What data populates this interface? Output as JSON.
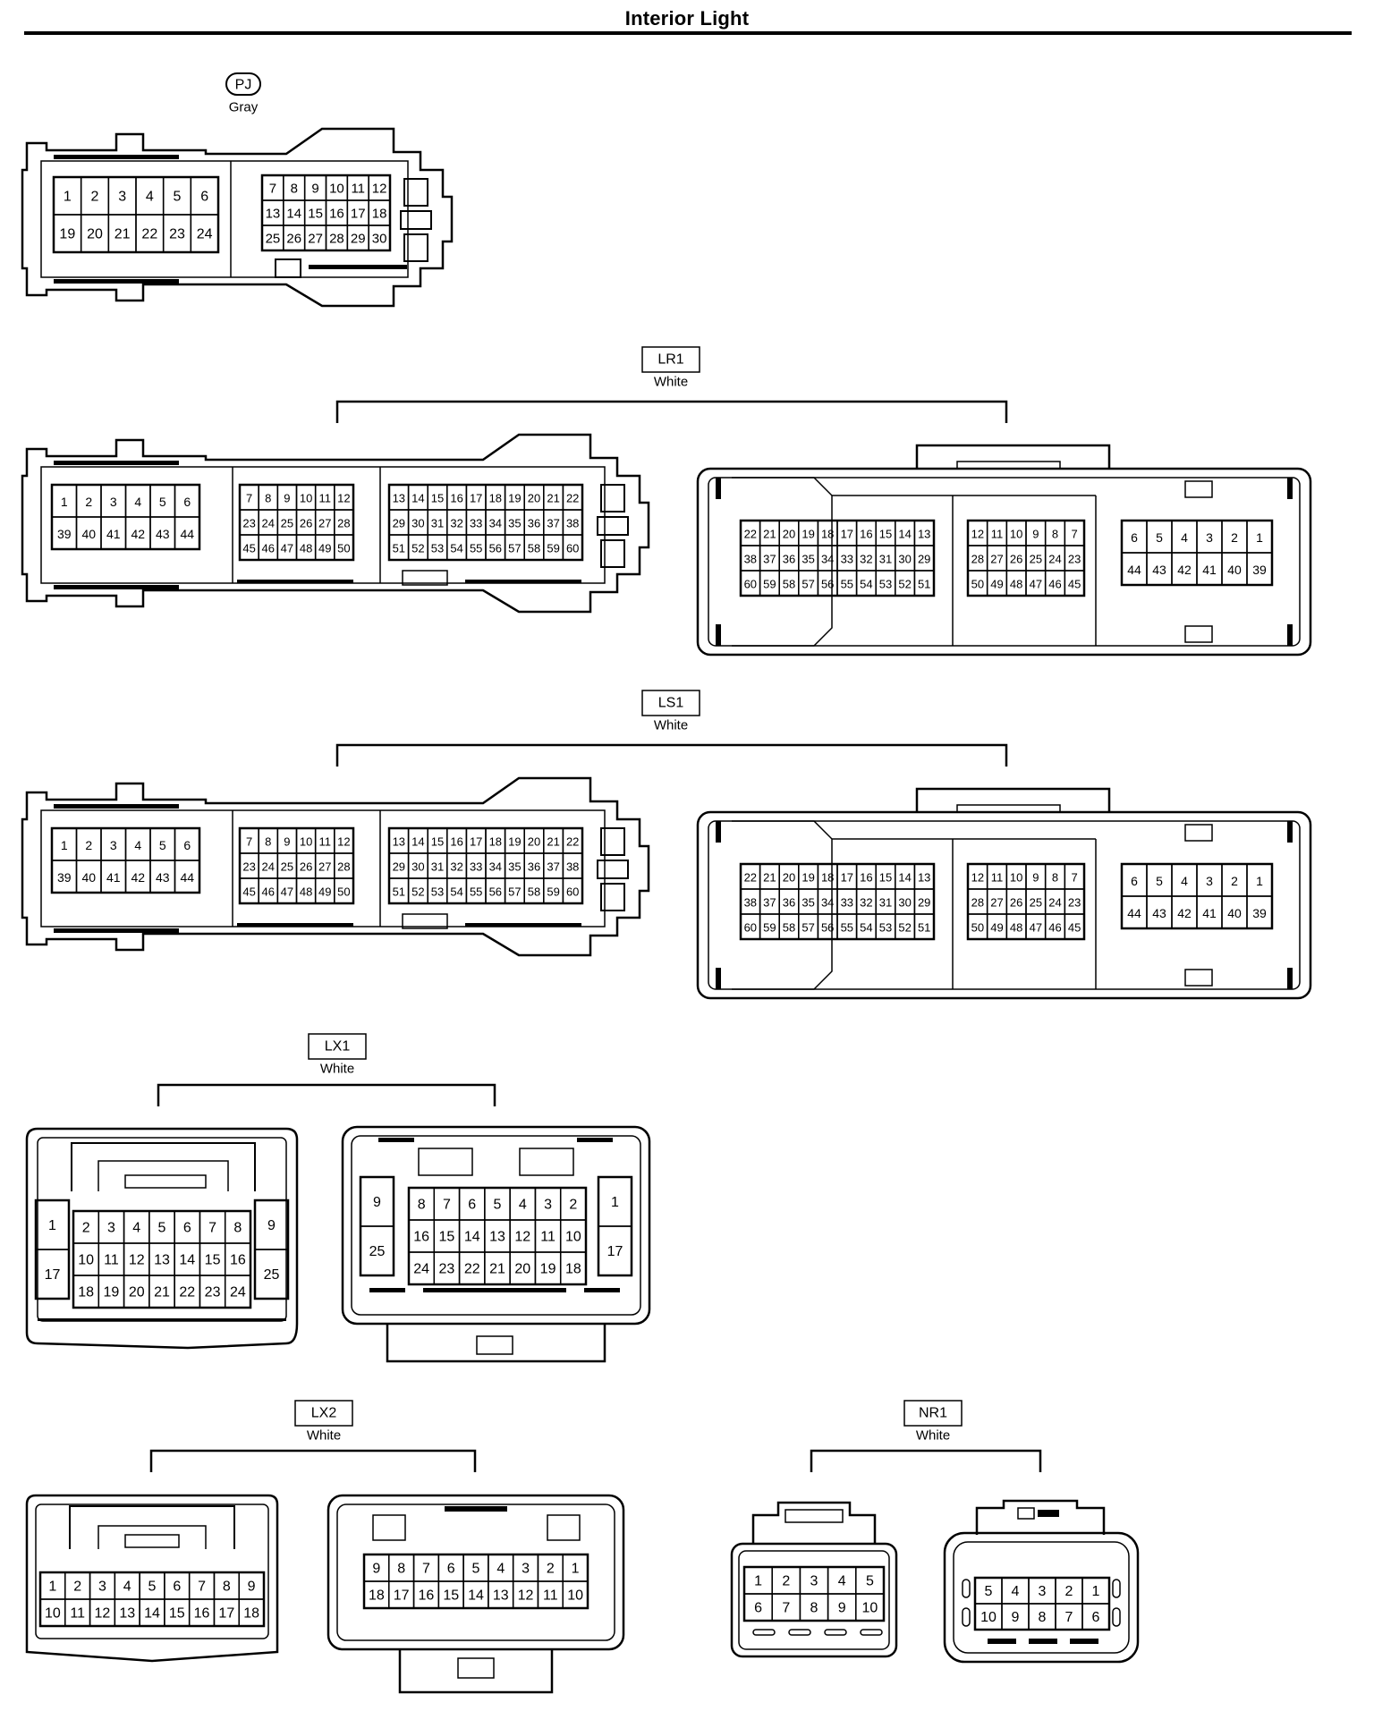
{
  "page": {
    "title": "Interior Light"
  },
  "connectors": [
    {
      "id": "PJ",
      "label": "PJ",
      "color": "Gray",
      "parts": [
        {
          "grids": [
            {
              "rows": [
                [
                  1,
                  2,
                  3,
                  4,
                  5,
                  6
                ],
                [
                  19,
                  20,
                  21,
                  22,
                  23,
                  24
                ]
              ]
            },
            {
              "rows": [
                [
                  7,
                  8,
                  9,
                  10,
                  11,
                  12
                ],
                [
                  13,
                  14,
                  15,
                  16,
                  17,
                  18
                ],
                [
                  25,
                  26,
                  27,
                  28,
                  29,
                  30
                ]
              ]
            }
          ]
        }
      ]
    },
    {
      "id": "LR1",
      "label": "LR1",
      "color": "White",
      "parts": [
        {
          "grids": [
            {
              "rows": [
                [
                  1,
                  2,
                  3,
                  4,
                  5,
                  6
                ],
                [
                  39,
                  40,
                  41,
                  42,
                  43,
                  44
                ]
              ]
            },
            {
              "rows": [
                [
                  7,
                  8,
                  9,
                  10,
                  11,
                  12
                ],
                [
                  23,
                  24,
                  25,
                  26,
                  27,
                  28
                ],
                [
                  45,
                  46,
                  47,
                  48,
                  49,
                  50
                ]
              ]
            },
            {
              "rows": [
                [
                  13,
                  14,
                  15,
                  16,
                  17,
                  18,
                  19,
                  20,
                  21,
                  22
                ],
                [
                  29,
                  30,
                  31,
                  32,
                  33,
                  34,
                  35,
                  36,
                  37,
                  38
                ],
                [
                  51,
                  52,
                  53,
                  54,
                  55,
                  56,
                  57,
                  58,
                  59,
                  60
                ]
              ]
            }
          ]
        },
        {
          "grids": [
            {
              "rows": [
                [
                  22,
                  21,
                  20,
                  19,
                  18,
                  17,
                  16,
                  15,
                  14,
                  13
                ],
                [
                  38,
                  37,
                  36,
                  35,
                  34,
                  33,
                  32,
                  31,
                  30,
                  29
                ],
                [
                  60,
                  59,
                  58,
                  57,
                  56,
                  55,
                  54,
                  53,
                  52,
                  51
                ]
              ]
            },
            {
              "rows": [
                [
                  12,
                  11,
                  10,
                  9,
                  8,
                  7
                ],
                [
                  28,
                  27,
                  26,
                  25,
                  24,
                  23
                ],
                [
                  50,
                  49,
                  48,
                  47,
                  46,
                  45
                ]
              ]
            },
            {
              "rows": [
                [
                  6,
                  5,
                  4,
                  3,
                  2,
                  1
                ],
                [
                  44,
                  43,
                  42,
                  41,
                  40,
                  39
                ]
              ]
            }
          ]
        }
      ]
    },
    {
      "id": "LS1",
      "label": "LS1",
      "color": "White",
      "parts": [
        {
          "grids": [
            {
              "rows": [
                [
                  1,
                  2,
                  3,
                  4,
                  5,
                  6
                ],
                [
                  39,
                  40,
                  41,
                  42,
                  43,
                  44
                ]
              ]
            },
            {
              "rows": [
                [
                  7,
                  8,
                  9,
                  10,
                  11,
                  12
                ],
                [
                  23,
                  24,
                  25,
                  26,
                  27,
                  28
                ],
                [
                  45,
                  46,
                  47,
                  48,
                  49,
                  50
                ]
              ]
            },
            {
              "rows": [
                [
                  13,
                  14,
                  15,
                  16,
                  17,
                  18,
                  19,
                  20,
                  21,
                  22
                ],
                [
                  29,
                  30,
                  31,
                  32,
                  33,
                  34,
                  35,
                  36,
                  37,
                  38
                ],
                [
                  51,
                  52,
                  53,
                  54,
                  55,
                  56,
                  57,
                  58,
                  59,
                  60
                ]
              ]
            }
          ]
        },
        {
          "grids": [
            {
              "rows": [
                [
                  22,
                  21,
                  20,
                  19,
                  18,
                  17,
                  16,
                  15,
                  14,
                  13
                ],
                [
                  38,
                  37,
                  36,
                  35,
                  34,
                  33,
                  32,
                  31,
                  30,
                  29
                ],
                [
                  60,
                  59,
                  58,
                  57,
                  56,
                  55,
                  54,
                  53,
                  52,
                  51
                ]
              ]
            },
            {
              "rows": [
                [
                  12,
                  11,
                  10,
                  9,
                  8,
                  7
                ],
                [
                  28,
                  27,
                  26,
                  25,
                  24,
                  23
                ],
                [
                  50,
                  49,
                  48,
                  47,
                  46,
                  45
                ]
              ]
            },
            {
              "rows": [
                [
                  6,
                  5,
                  4,
                  3,
                  2,
                  1
                ],
                [
                  44,
                  43,
                  42,
                  41,
                  40,
                  39
                ]
              ]
            }
          ]
        }
      ]
    },
    {
      "id": "LX1",
      "label": "LX1",
      "color": "White",
      "parts": [
        {
          "grids": [
            {
              "rows": [
                [
                  1
                ],
                [
                  17
                ]
              ]
            },
            {
              "rows": [
                [
                  2,
                  3,
                  4,
                  5,
                  6,
                  7,
                  8
                ],
                [
                  10,
                  11,
                  12,
                  13,
                  14,
                  15,
                  16
                ],
                [
                  18,
                  19,
                  20,
                  21,
                  22,
                  23,
                  24
                ]
              ]
            },
            {
              "rows": [
                [
                  9
                ],
                [
                  25
                ]
              ]
            }
          ]
        },
        {
          "grids": [
            {
              "rows": [
                [
                  9
                ],
                [
                  25
                ]
              ]
            },
            {
              "rows": [
                [
                  8,
                  7,
                  6,
                  5,
                  4,
                  3,
                  2
                ],
                [
                  16,
                  15,
                  14,
                  13,
                  12,
                  11,
                  10
                ],
                [
                  24,
                  23,
                  22,
                  21,
                  20,
                  19,
                  18
                ]
              ]
            },
            {
              "rows": [
                [
                  1
                ],
                [
                  17
                ]
              ]
            }
          ]
        }
      ]
    },
    {
      "id": "LX2",
      "label": "LX2",
      "color": "White",
      "parts": [
        {
          "grids": [
            {
              "rows": [
                [
                  1,
                  2,
                  3,
                  4,
                  5,
                  6,
                  7,
                  8,
                  9
                ],
                [
                  10,
                  11,
                  12,
                  13,
                  14,
                  15,
                  16,
                  17,
                  18
                ]
              ]
            }
          ]
        },
        {
          "grids": [
            {
              "rows": [
                [
                  9,
                  8,
                  7,
                  6,
                  5,
                  4,
                  3,
                  2,
                  1
                ],
                [
                  18,
                  17,
                  16,
                  15,
                  14,
                  13,
                  12,
                  11,
                  10
                ]
              ]
            }
          ]
        }
      ]
    },
    {
      "id": "NR1",
      "label": "NR1",
      "color": "White",
      "parts": [
        {
          "grids": [
            {
              "rows": [
                [
                  1,
                  2,
                  3,
                  4,
                  5
                ],
                [
                  6,
                  7,
                  8,
                  9,
                  10
                ]
              ]
            }
          ]
        },
        {
          "grids": [
            {
              "rows": [
                [
                  5,
                  4,
                  3,
                  2,
                  1
                ],
                [
                  10,
                  9,
                  8,
                  7,
                  6
                ]
              ]
            }
          ]
        }
      ]
    }
  ]
}
